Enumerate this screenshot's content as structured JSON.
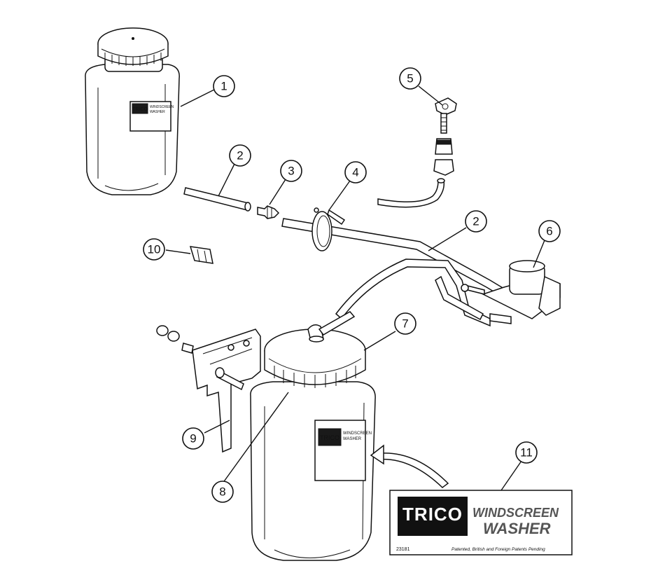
{
  "callouts": [
    "1",
    "2",
    "3",
    "4",
    "5",
    "2",
    "6",
    "7",
    "8",
    "9",
    "10",
    "11"
  ],
  "label_decal": {
    "brand": "TRICO",
    "line1": "WINDSCREEN",
    "line2": "WASHER",
    "code": "23181",
    "footer": "Patented, British and Foreign Patents Pending"
  },
  "bottle_label_brand": "TRICO",
  "bottle_label_line1": "WINDSCREEN",
  "bottle_label_line2": "WASHER"
}
